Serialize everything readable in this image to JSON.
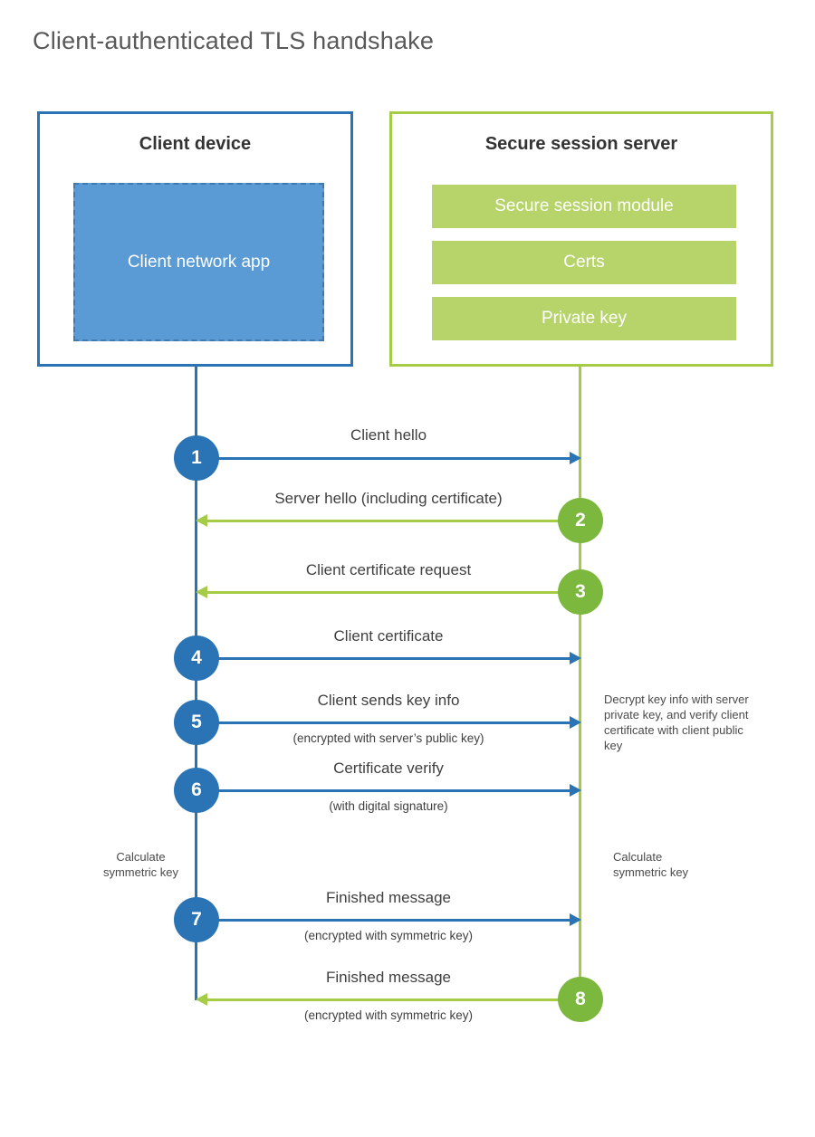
{
  "title": "Client-authenticated TLS handshake",
  "colors": {
    "blue": "#2a73b5",
    "blue_fill": "#5b9bd5",
    "green_line": "#a6cc47",
    "green_fill": "#b6d46a",
    "green_circle": "#7cb83e"
  },
  "client": {
    "title": "Client device",
    "app_label": "Client network app"
  },
  "server": {
    "title": "Secure session server",
    "modules": [
      "Secure session module",
      "Certs",
      "Private key"
    ]
  },
  "steps": [
    {
      "number": "1",
      "label": "Client hello",
      "sublabel": "",
      "direction": "right",
      "color": "blue"
    },
    {
      "number": "2",
      "label": "Server hello (including certificate)",
      "sublabel": "",
      "direction": "left",
      "color": "green"
    },
    {
      "number": "3",
      "label": "Client certificate request",
      "sublabel": "",
      "direction": "left",
      "color": "green"
    },
    {
      "number": "4",
      "label": "Client certificate",
      "sublabel": "",
      "direction": "right",
      "color": "blue"
    },
    {
      "number": "5",
      "label": "Client sends key info",
      "sublabel": "(encrypted with server’s public key)",
      "direction": "right",
      "color": "blue"
    },
    {
      "number": "6",
      "label": "Certificate verify",
      "sublabel": "(with digital signature)",
      "direction": "right",
      "color": "blue"
    },
    {
      "number": "7",
      "label": "Finished message",
      "sublabel": "(encrypted with symmetric key)",
      "direction": "right",
      "color": "blue"
    },
    {
      "number": "8",
      "label": "Finished message",
      "sublabel": "(encrypted with symmetric key)",
      "direction": "left",
      "color": "green"
    }
  ],
  "notes": {
    "decrypt": "Decrypt key info with server private key, and verify client certificate with client public key",
    "calculate_left": "Calculate symmetric key",
    "calculate_right": "Calculate symmetric key"
  }
}
